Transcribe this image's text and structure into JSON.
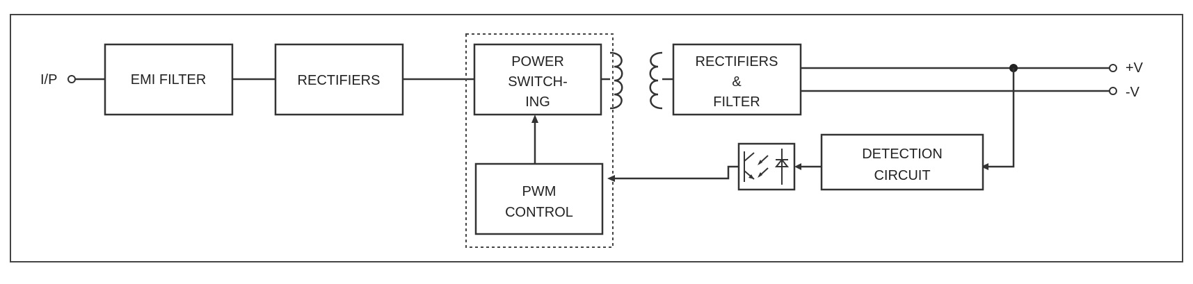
{
  "diagram": {
    "input_label": "I/P",
    "blocks": {
      "emi_filter": "EMI FILTER",
      "rectifiers": "RECTIFIERS",
      "power_switching": [
        "POWER",
        "SWITCH-",
        "ING"
      ],
      "pwm_control": [
        "PWM",
        "CONTROL"
      ],
      "rectifiers_filter": [
        "RECTIFIERS",
        "&",
        "FILTER"
      ],
      "detection_circuit": [
        "DETECTION",
        "CIRCUIT"
      ]
    },
    "outputs": {
      "positive": "+V",
      "negative": "-V"
    },
    "icons": [
      "transformer-icon",
      "optocoupler-icon"
    ]
  }
}
